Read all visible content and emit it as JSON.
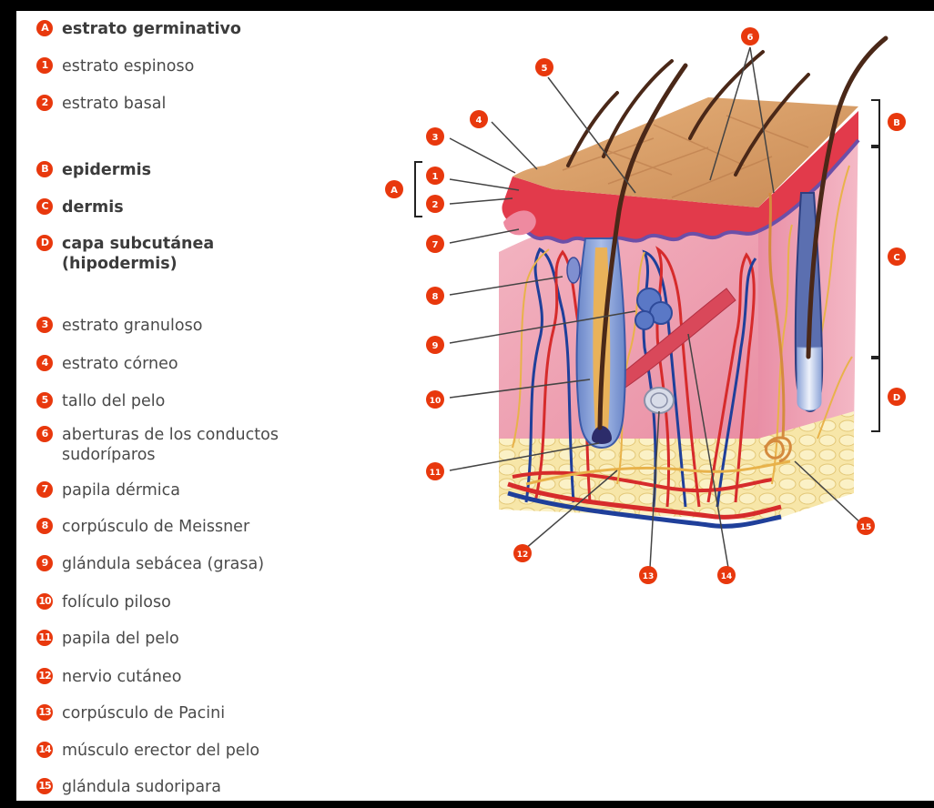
{
  "colors": {
    "badge": "#e8380d",
    "frame": "#000000",
    "background": "#ffffff",
    "text": "#4a4a4a",
    "epidermis": "#e23a4b",
    "dermis": "#f1a9b8",
    "hypodermis": "#f6e3a2",
    "surface": "#d9a06a",
    "hair": "#4a2818",
    "artery": "#d62b2b",
    "vein": "#1f3f9a",
    "nerve": "#e8b24a"
  },
  "legend": [
    {
      "marker": "A",
      "text": "estrato germinativo",
      "bold": true
    },
    {
      "marker": "1",
      "text": "estrato espinoso",
      "bold": false
    },
    {
      "marker": "2",
      "text": "estrato basal",
      "bold": false
    },
    {
      "marker": "B",
      "text": "epidermis",
      "bold": true
    },
    {
      "marker": "C",
      "text": "dermis",
      "bold": true
    },
    {
      "marker": "D",
      "text": "capa subcutánea\n(hipodermis)",
      "bold": true
    },
    {
      "marker": "3",
      "text": "estrato granuloso",
      "bold": false
    },
    {
      "marker": "4",
      "text": "estrato córneo",
      "bold": false
    },
    {
      "marker": "5",
      "text": "tallo del pelo",
      "bold": false
    },
    {
      "marker": "6",
      "text": "aberturas de los conductos\nsudoríparos",
      "bold": false
    },
    {
      "marker": "7",
      "text": "papila dérmica",
      "bold": false
    },
    {
      "marker": "8",
      "text": "corpúsculo de Meissner",
      "bold": false
    },
    {
      "marker": "9",
      "text": "glándula sebácea (grasa)",
      "bold": false
    },
    {
      "marker": "10",
      "text": "folículo piloso",
      "bold": false
    },
    {
      "marker": "11",
      "text": "papila del pelo",
      "bold": false
    },
    {
      "marker": "12",
      "text": "nervio cutáneo",
      "bold": false
    },
    {
      "marker": "13",
      "text": "corpúsculo de Pacini",
      "bold": false
    },
    {
      "marker": "14",
      "text": "músculo erector del pelo",
      "bold": false
    },
    {
      "marker": "15",
      "text": "glándula sudoripara",
      "bold": false
    }
  ],
  "callouts": [
    {
      "marker": "A"
    },
    {
      "marker": "B"
    },
    {
      "marker": "C"
    },
    {
      "marker": "D"
    },
    {
      "marker": "1"
    },
    {
      "marker": "2"
    },
    {
      "marker": "3"
    },
    {
      "marker": "4"
    },
    {
      "marker": "5"
    },
    {
      "marker": "6"
    },
    {
      "marker": "7"
    },
    {
      "marker": "8"
    },
    {
      "marker": "9"
    },
    {
      "marker": "10"
    },
    {
      "marker": "11"
    },
    {
      "marker": "12"
    },
    {
      "marker": "13"
    },
    {
      "marker": "14"
    },
    {
      "marker": "15"
    }
  ]
}
